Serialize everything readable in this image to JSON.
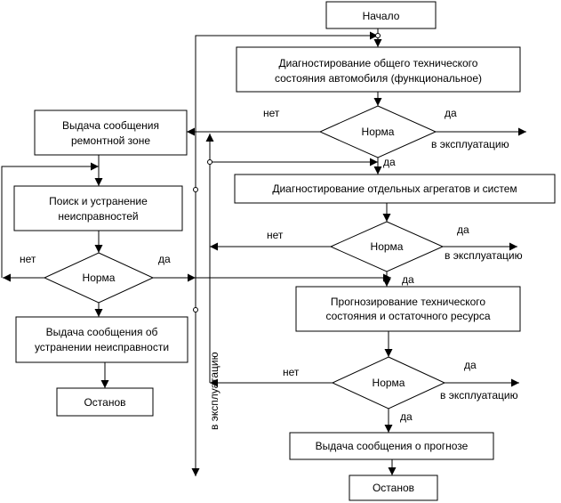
{
  "nodes": {
    "start": "Начало",
    "diag_general_1": "Диагностирование общего технического",
    "diag_general_2": "состояния автомобиля (функциональное)",
    "norm1": "Норма",
    "diag_units": "Диагностирование отдельных агрегатов и систем",
    "norm2": "Норма",
    "forecast_1": "Прогнозирование технического",
    "forecast_2": "состояния и остаточного ресурса",
    "norm3": "Норма",
    "forecast_message": "Выдача сообщения о прогнозе",
    "stop_right": "Останов",
    "repair_message_1": "Выдача сообщения",
    "repair_message_2": "ремонтной зоне",
    "search_1": "Поиск и устранение",
    "search_2": "неисправностей",
    "norm_left": "Норма",
    "fixed_message_1": "Выдача сообщения об",
    "fixed_message_2": "устранении неисправности",
    "stop_left": "Останов"
  },
  "labels": {
    "no": "нет",
    "yes": "да",
    "to_operation": "в эксплуатацию"
  }
}
